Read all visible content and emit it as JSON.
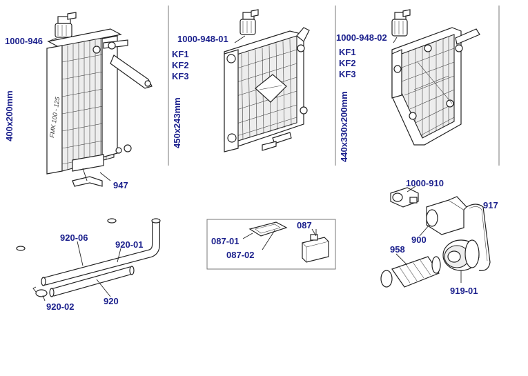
{
  "labels": {
    "p1000_946": "1000-946",
    "p947": "947",
    "dim_left": "400x200mm",
    "p1000_948_01": "1000-948-01",
    "kf_mid": [
      "KF1",
      "KF2",
      "KF3"
    ],
    "dim_mid": "450x243mm",
    "p1000_948_02": "1000-948-02",
    "kf_right": [
      "KF1",
      "KF2",
      "KF3"
    ],
    "dim_right": "440x330x200mm",
    "radiator_brand": "FMK 100 - 125",
    "p920_06": "920-06",
    "p920_01": "920-01",
    "p920_02": "920-02",
    "p920": "920",
    "p087_01": "087-01",
    "p087_02": "087-02",
    "p087": "087",
    "p1000_910": "1000-910",
    "p917": "917",
    "p900": "900",
    "p958": "958",
    "p919_01": "919-01"
  },
  "colors": {
    "label": "#1a1f8c",
    "line": "#222222",
    "background": "#ffffff"
  }
}
